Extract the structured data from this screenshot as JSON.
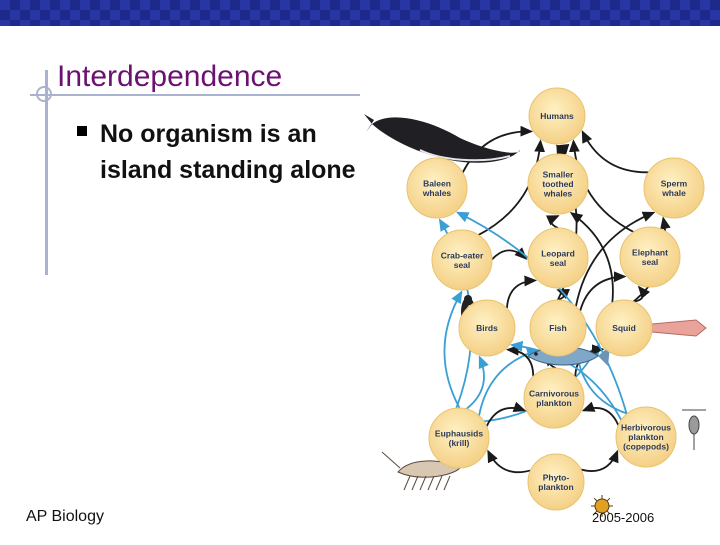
{
  "slide": {
    "title": "Interdependence",
    "bullet": "No organism is an island standing alone",
    "footer_left": "AP Biology",
    "footer_right": "2005-2006"
  },
  "food_web": {
    "nodes": [
      {
        "id": "humans",
        "label": [
          "Humans"
        ]
      },
      {
        "id": "baleen",
        "label": [
          "Baleen",
          "whales"
        ]
      },
      {
        "id": "smaller",
        "label": [
          "Smaller",
          "toothed",
          "whales"
        ]
      },
      {
        "id": "sperm",
        "label": [
          "Sperm",
          "whale"
        ]
      },
      {
        "id": "crabeater",
        "label": [
          "Crab-eater",
          "seal"
        ]
      },
      {
        "id": "leopard",
        "label": [
          "Leopard",
          "seal"
        ]
      },
      {
        "id": "elephant",
        "label": [
          "Elephant",
          "seal"
        ]
      },
      {
        "id": "birds",
        "label": [
          "Birds"
        ]
      },
      {
        "id": "fish",
        "label": [
          "Fish"
        ]
      },
      {
        "id": "squid",
        "label": [
          "Squid"
        ]
      },
      {
        "id": "carnplank",
        "label": [
          "Carnivorous",
          "plankton"
        ]
      },
      {
        "id": "krill",
        "label": [
          "Euphausids",
          "(krill)"
        ]
      },
      {
        "id": "herbplank",
        "label": [
          "Herbivorous",
          "plankton",
          "(copepods)"
        ]
      },
      {
        "id": "phyto",
        "label": [
          "Phyto-",
          "plankton"
        ]
      }
    ]
  },
  "colors": {
    "title": "#6b1170",
    "node_fill": "#f8dc9a",
    "node_text": "#2b3a5a",
    "arrow_black": "#1a1a1a",
    "arrow_blue": "#3a9fd4",
    "topbar": "#1d2a8c"
  }
}
